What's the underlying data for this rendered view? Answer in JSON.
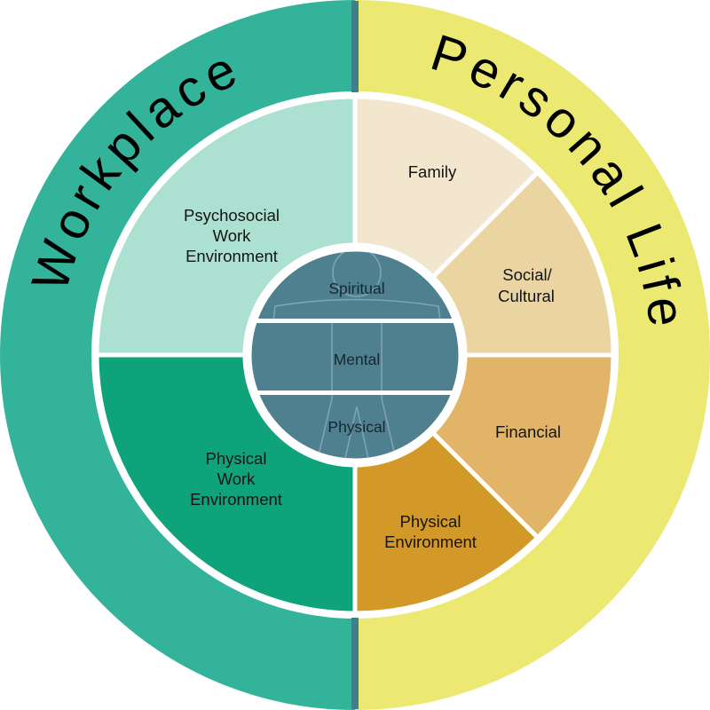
{
  "diagram": {
    "outer": {
      "workplace_label": "Workplace",
      "personal_label": "Personal Life",
      "workplace_color": "#33B39A",
      "personal_color": "#EBE972",
      "divider_color": "#3C7F8D",
      "title_text_color": "#000000"
    },
    "sectors": [
      {
        "id": "family",
        "color": "#F2E7CE",
        "lines": [
          "Family"
        ]
      },
      {
        "id": "social-cultural",
        "color": "#EAD4A2",
        "lines": [
          "Social/",
          "Cultural"
        ]
      },
      {
        "id": "financial",
        "color": "#E1B468",
        "lines": [
          "Financial"
        ]
      },
      {
        "id": "physical-environment",
        "color": "#D39928",
        "lines": [
          "Physical",
          "Environment"
        ]
      },
      {
        "id": "physical-work-environment",
        "color": "#0FA37B",
        "lines": [
          "Physical",
          "Work",
          "Environment"
        ]
      },
      {
        "id": "psychosocial-work-environment",
        "color": "#ACE0D1",
        "lines": [
          "Psychosocial",
          "Work",
          "Environment"
        ]
      }
    ],
    "core": {
      "color": "#4F8090",
      "segments": [
        {
          "label": "Spiritual"
        },
        {
          "label": "Mental"
        },
        {
          "label": "Physical"
        }
      ]
    }
  }
}
